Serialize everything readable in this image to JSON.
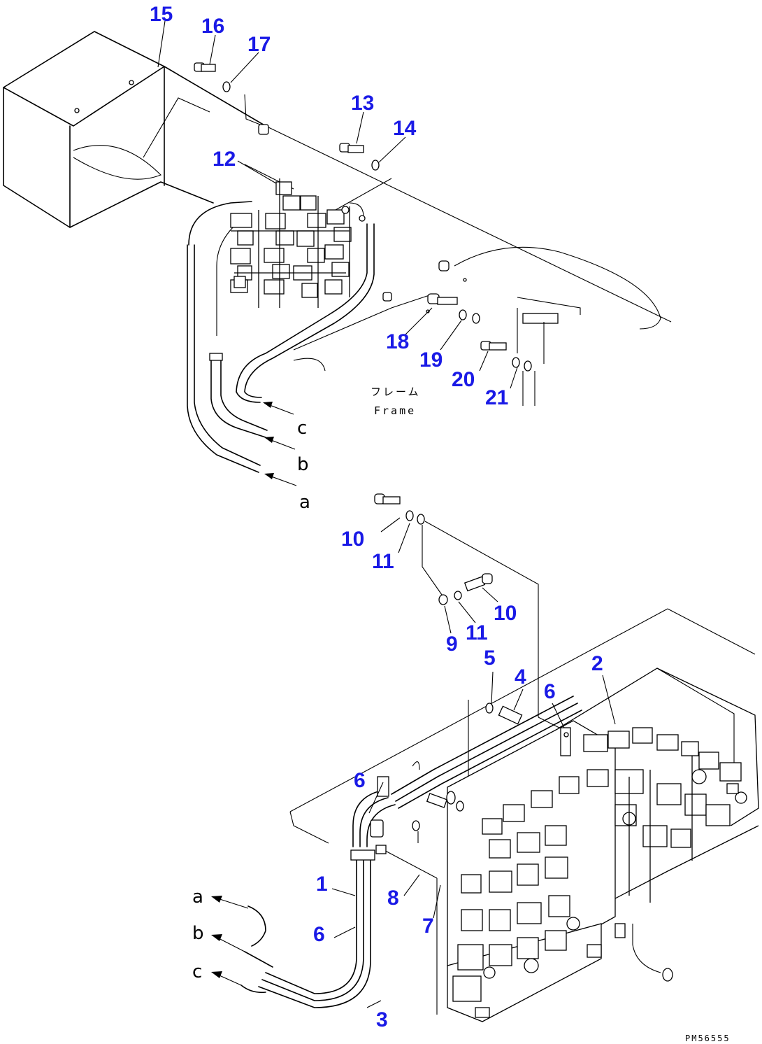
{
  "labels": {
    "frame_jp": "フレーム",
    "frame_en": "Frame",
    "drawing_code": "PM56555"
  },
  "callouts": [
    "1",
    "2",
    "3",
    "4",
    "5",
    "6",
    "6",
    "6",
    "7",
    "8",
    "9",
    "10",
    "10",
    "11",
    "11",
    "12",
    "13",
    "14",
    "15",
    "16",
    "17",
    "18",
    "19",
    "20",
    "21"
  ],
  "hose_letters": [
    "c",
    "b",
    "a",
    "a",
    "b",
    "c"
  ],
  "colors": {
    "callout": "#1a1ae6",
    "linework": "#000000",
    "background": "#ffffff"
  }
}
